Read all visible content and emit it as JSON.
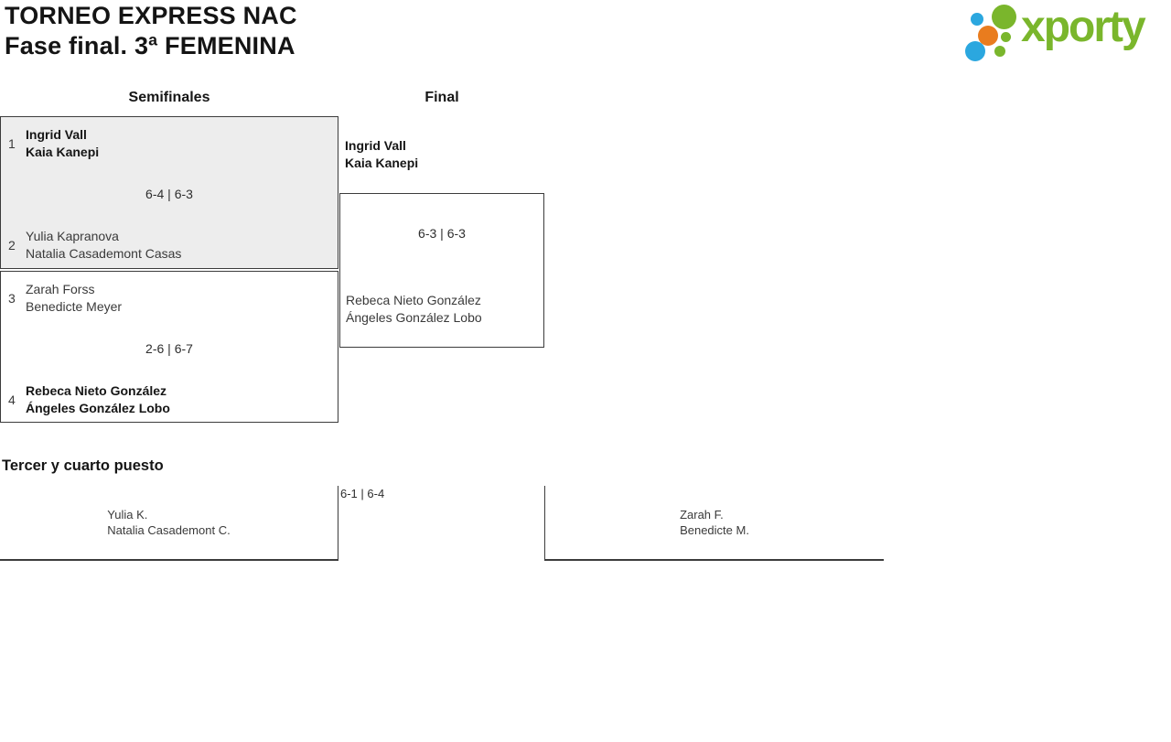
{
  "title": {
    "line1": "TORNEO EXPRESS NAC",
    "line2": "Fase final. 3ª FEMENINA"
  },
  "logo": {
    "text": "xporty"
  },
  "columns": {
    "semifinals": "Semifinales",
    "final": "Final"
  },
  "semifinal1": {
    "seed_top": "1",
    "top_name1": "Ingrid Vall",
    "top_name2": "Kaia Kanepi",
    "top_winner": true,
    "score": "6-4 | 6-3",
    "seed_bottom": "2",
    "bottom_name1": "Yulia Kapranova",
    "bottom_name2": "Natalia Casademont Casas",
    "bottom_winner": false
  },
  "semifinal2": {
    "seed_top": "3",
    "top_name1": "Zarah Forss",
    "top_name2": "Benedicte Meyer",
    "top_winner": false,
    "score": "2-6 | 6-7",
    "seed_bottom": "4",
    "bottom_name1": "Rebeca Nieto González",
    "bottom_name2": "Ángeles González Lobo",
    "bottom_winner": true
  },
  "final_match": {
    "top_name1": "Ingrid Vall",
    "top_name2": "Kaia Kanepi",
    "top_winner": true,
    "score": "6-3 | 6-3",
    "bottom_name1": "Rebeca Nieto González",
    "bottom_name2": "Ángeles González Lobo",
    "bottom_winner": false
  },
  "third_place": {
    "heading": "Tercer y cuarto puesto",
    "score": "6-1 | 6-4",
    "left_name1": "Yulia K.",
    "left_name2": "Natalia Casademont C.",
    "right_name1": "Zarah F.",
    "right_name2": "Benedicte M."
  },
  "colors": {
    "logo_green": "#7ab62c",
    "logo_blue": "#2ba7df",
    "logo_orange": "#e97c1e",
    "shaded_match_bg": "#ededed",
    "line_dark": "#3c3c3c"
  }
}
